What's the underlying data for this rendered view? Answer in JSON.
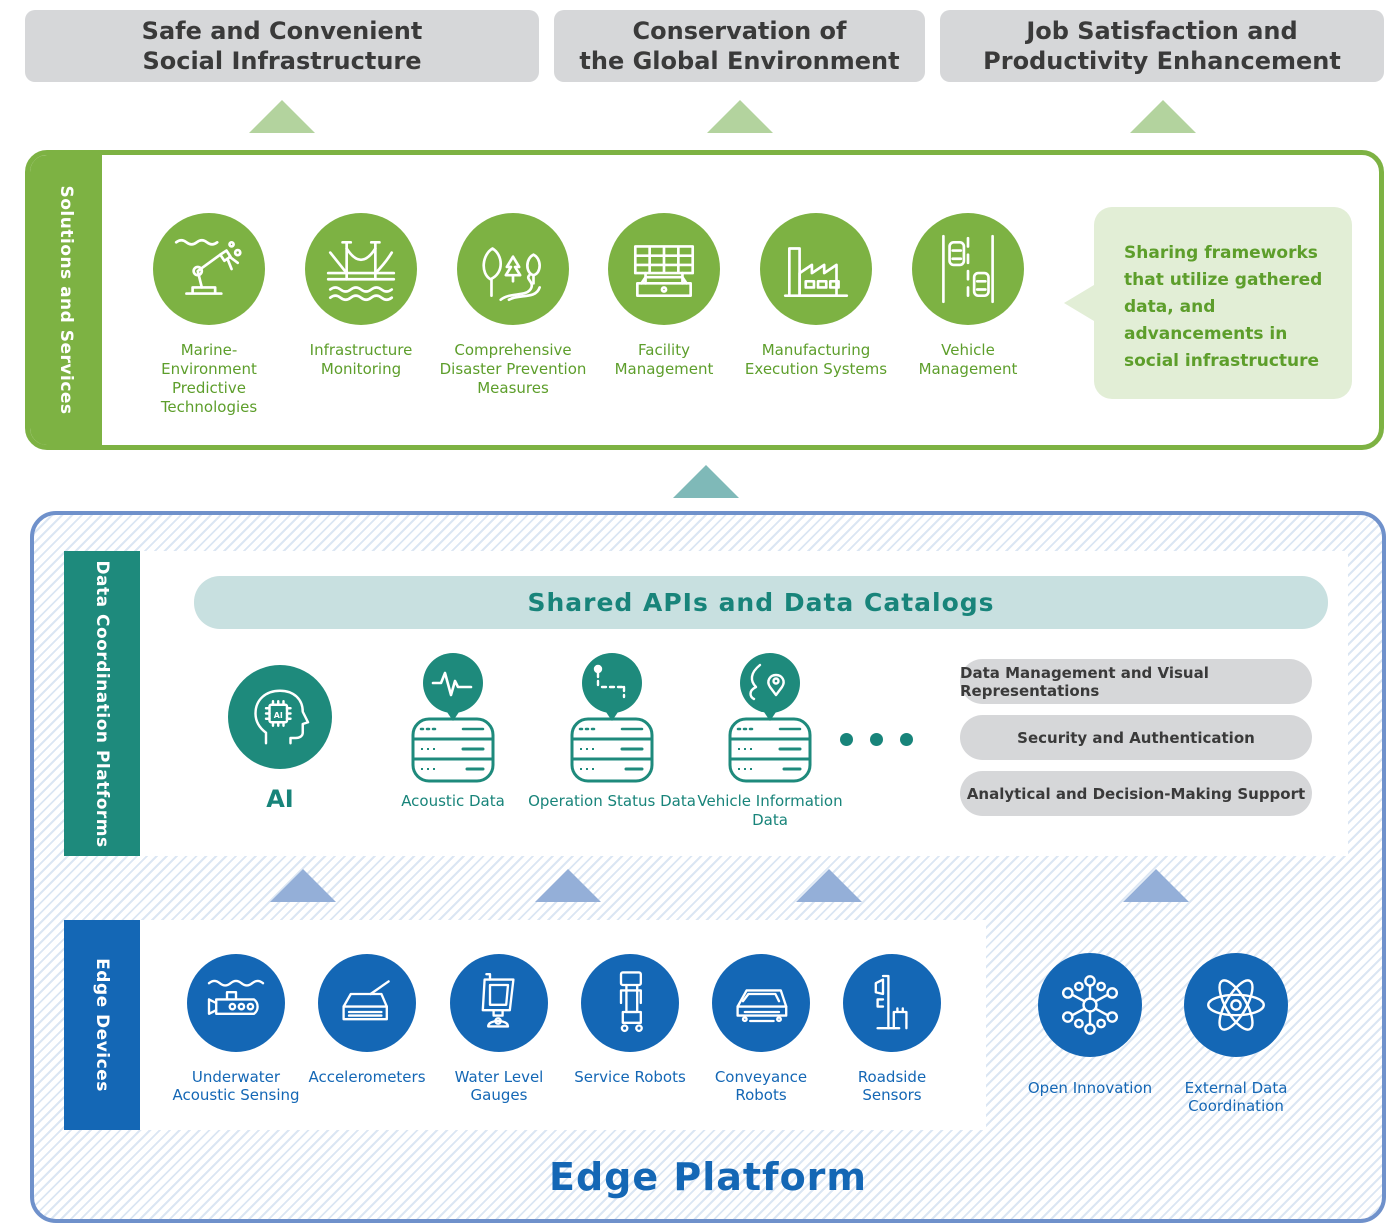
{
  "goals": [
    {
      "line1": "Safe and Convenient",
      "line2": "Social Infrastructure"
    },
    {
      "line1": "Conservation of",
      "line2": "the Global Environment"
    },
    {
      "line1": "Job Satisfaction and",
      "line2": "Productivity Enhancement"
    }
  ],
  "solutions": {
    "side_label": "Solutions and Services",
    "items": [
      {
        "label": "Marine-Environment Predictive Technologies",
        "icon": "marine-robot-arm-icon"
      },
      {
        "label": "Infrastructure Monitoring",
        "icon": "bridge-icon"
      },
      {
        "label": "Comprehensive Disaster Prevention Measures",
        "icon": "forest-river-icon"
      },
      {
        "label": "Facility Management",
        "icon": "facility-panels-icon"
      },
      {
        "label": "Manufacturing Execution Systems",
        "icon": "factory-icon"
      },
      {
        "label": "Vehicle Management",
        "icon": "vehicle-road-icon"
      }
    ],
    "bubble": "Sharing frameworks that utilize gathered data, and advancements in social infrastructure"
  },
  "data_coordination": {
    "side_label": "Data Coordination Platforms",
    "banner": "Shared APIs and Data Catalogs",
    "ai_label": "AI",
    "databases": [
      {
        "label": "Acoustic Data",
        "icon": "waveform-icon"
      },
      {
        "label": "Operation Status Data",
        "icon": "route-icon"
      },
      {
        "label": "Vehicle Information Data",
        "icon": "location-pin-icon"
      }
    ],
    "pills": [
      "Data Management and Visual Representations",
      "Security and Authentication",
      "Analytical and Decision-Making Support"
    ]
  },
  "edge_devices": {
    "side_label": "Edge Devices",
    "items": [
      {
        "label": "Underwater Acoustic Sensing",
        "icon": "submarine-icon"
      },
      {
        "label": "Accelerometers",
        "icon": "accelerometer-icon"
      },
      {
        "label": "Water Level Gauges",
        "icon": "water-gauge-icon"
      },
      {
        "label": "Service Robots",
        "icon": "service-robot-icon"
      },
      {
        "label": "Conveyance Robots",
        "icon": "conveyance-robot-icon"
      },
      {
        "label": "Roadside Sensors",
        "icon": "roadside-sensor-icon"
      }
    ],
    "external": [
      {
        "label": "Open Innovation",
        "icon": "network-icon"
      },
      {
        "label": "External Data Coordination",
        "icon": "atom-icon"
      }
    ]
  },
  "platform_title": "Edge Platform",
  "colors": {
    "green": "#7db243",
    "teal": "#1e8a7c",
    "blue": "#1467b5",
    "gray": "#d6d7d9"
  }
}
